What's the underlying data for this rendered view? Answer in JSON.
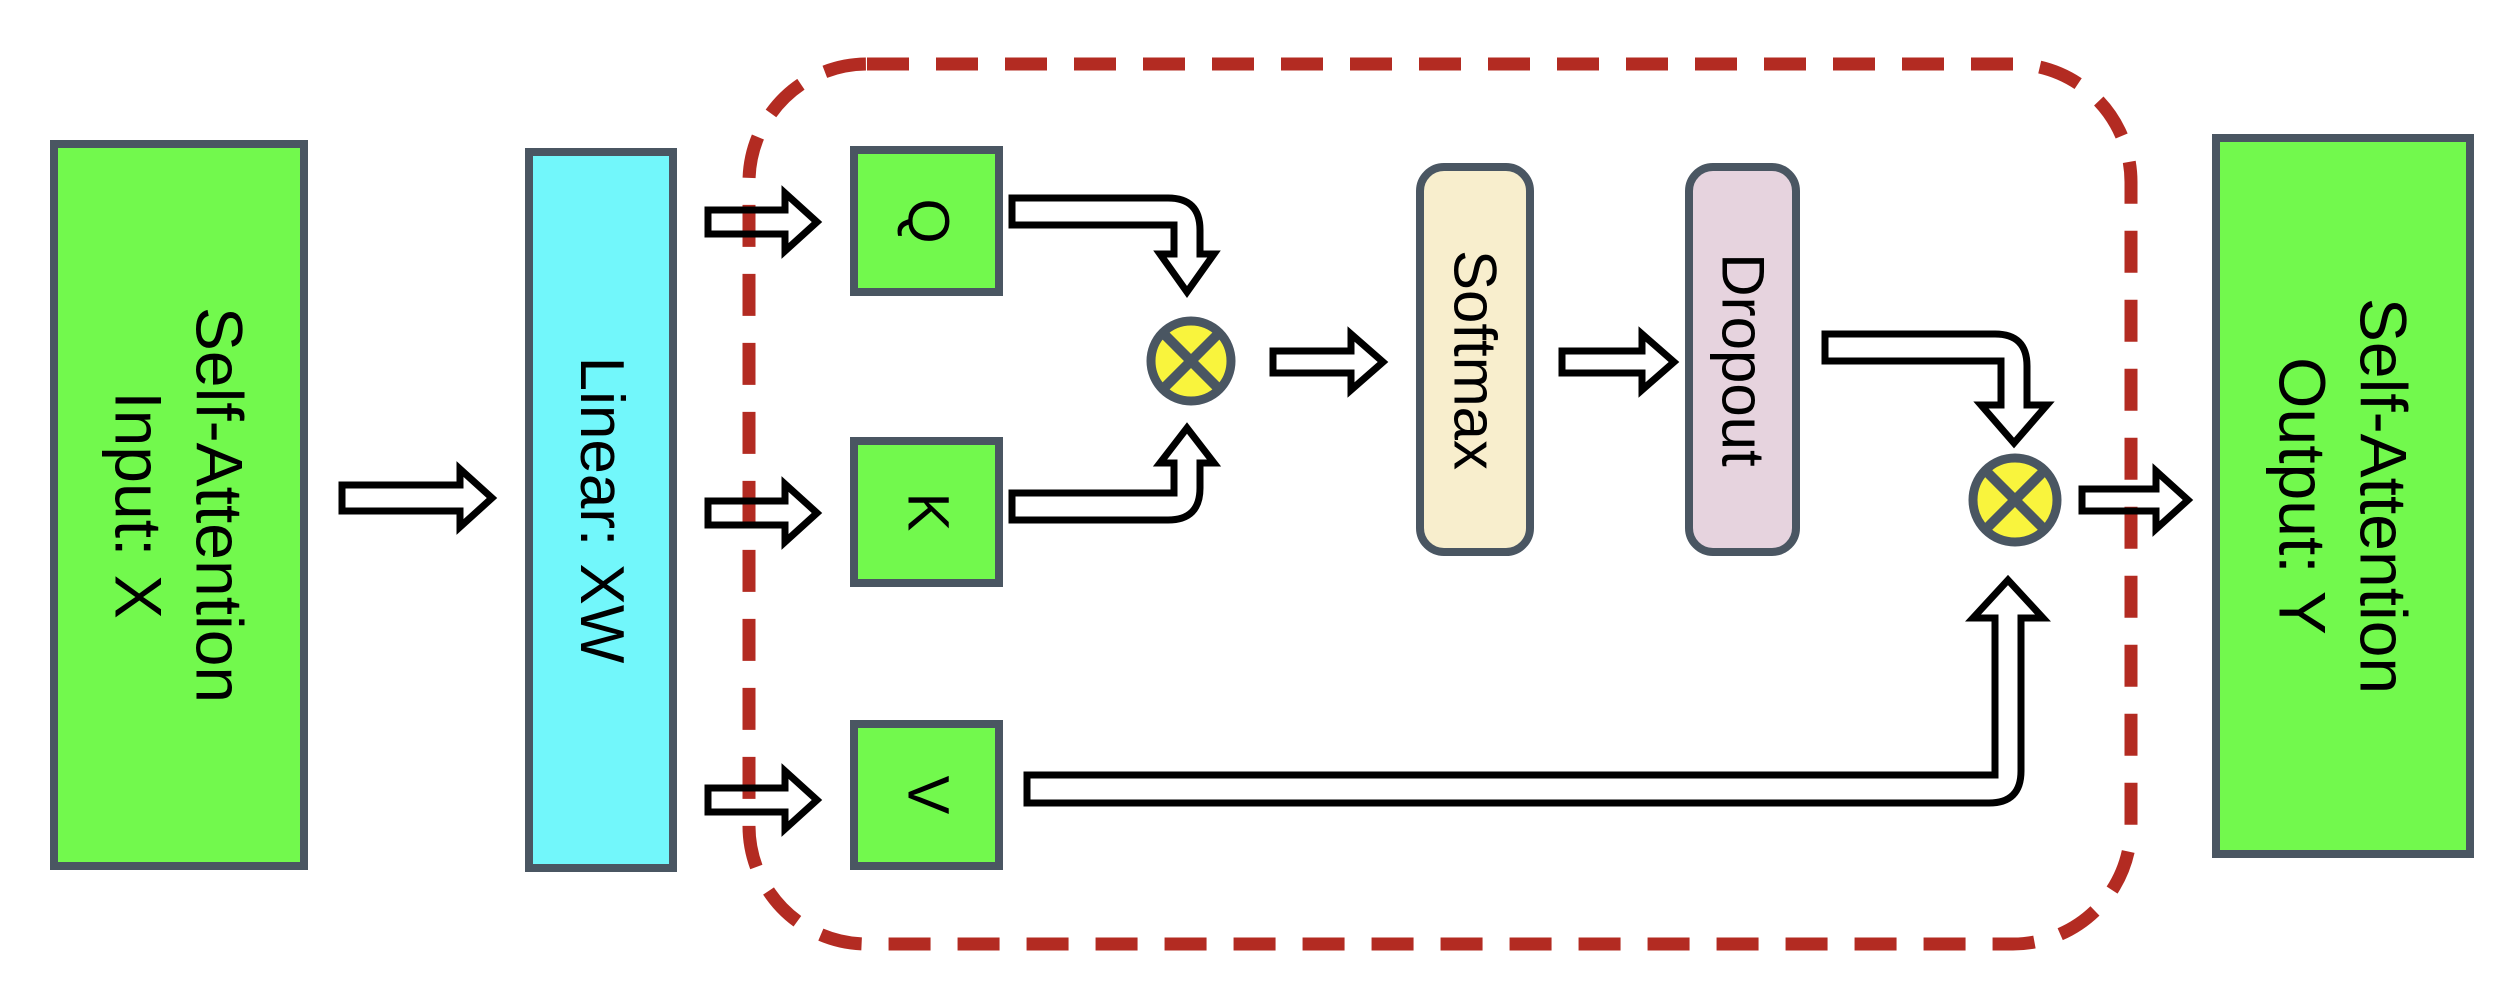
{
  "diagram": {
    "type": "flow-diagram",
    "subject": "Self-Attention block with scaled dot-product attention region",
    "nodes": {
      "input": {
        "line1": "Self-Attention",
        "line2": "Input: X"
      },
      "linear": {
        "label": "Linear: XW"
      },
      "query": {
        "label": "Q"
      },
      "key": {
        "label": "K"
      },
      "value": {
        "label": "V"
      },
      "softmax": {
        "label": "Softmax"
      },
      "dropout": {
        "label": "Dropout"
      },
      "output": {
        "line1": "Self-Attention",
        "line2": "Output: Y"
      }
    },
    "operators": [
      {
        "name": "matmul-qk",
        "symbol": "circle-times"
      },
      {
        "name": "matmul-attn-v",
        "symbol": "circle-times"
      }
    ],
    "colors": {
      "node_green": "#72f94d",
      "node_cyan": "#72f7fb",
      "node_cream": "#f8eecd",
      "node_mauve": "#e6d3de",
      "operator_yellow": "#f9f43d",
      "border_slate": "#4a5662",
      "dashed_boundary_red": "#b32b22",
      "arrow_black": "#000000",
      "background": "#ffffff"
    }
  }
}
